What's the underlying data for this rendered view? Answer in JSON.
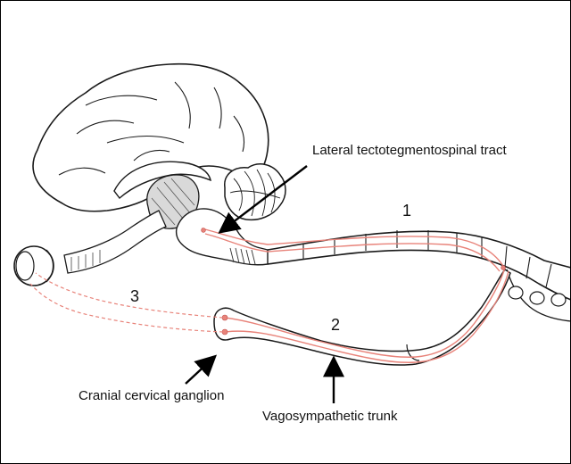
{
  "labels": {
    "lateral_tract": "Lateral tectotegmentospinal tract",
    "cranial_ganglion": "Cranial cervical ganglion",
    "vagosympathetic_trunk": "Vagosympathetic trunk",
    "segment_1": "1",
    "segment_2": "2",
    "segment_3": "3"
  },
  "colors": {
    "outline": "#1a1a1a",
    "pathway": "#e8837a",
    "shading": "#555555",
    "background": "#ffffff"
  }
}
